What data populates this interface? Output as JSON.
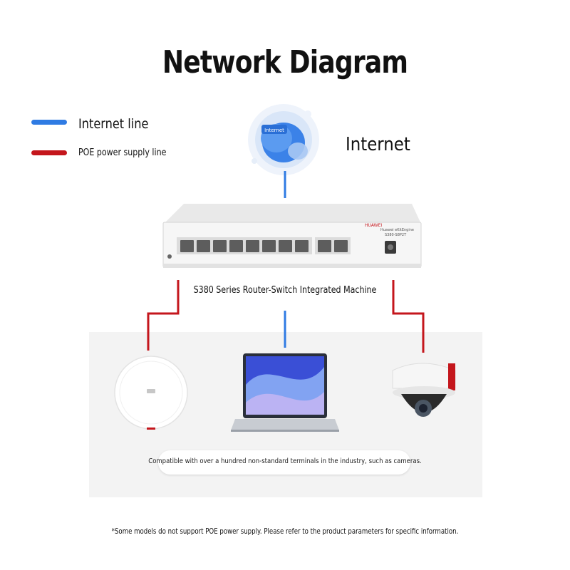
{
  "title": "Network Diagram",
  "legend": {
    "internet": {
      "label": "Internet line",
      "color": "#2f7be3"
    },
    "poe": {
      "label": "POE power supply line",
      "color": "#c4161c"
    }
  },
  "cloud": {
    "icon_label": "Internet",
    "label": "Internet"
  },
  "switch": {
    "brand": "HUAWEI",
    "model_line1": "Huawei eKitEngine",
    "model_line2": "S380-S8P2T",
    "caption": "S380 Series Router-Switch Integrated Machine"
  },
  "devices": {
    "ap_icon": "wifi-access-point-icon",
    "laptop_icon": "laptop-icon",
    "camera_icon": "dome-camera-icon"
  },
  "compat_text": "Compatible with over a hundred non-standard terminals in the industry, such as cameras.",
  "footnote": "*Some models do not support POE power supply. Please refer to the product parameters for specific information."
}
